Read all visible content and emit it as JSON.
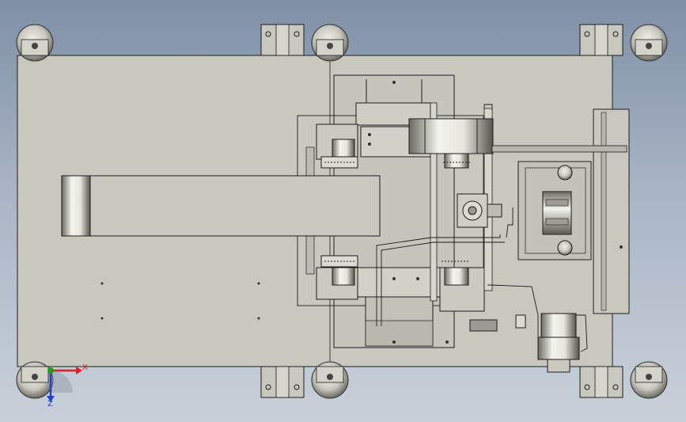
{
  "scene": {
    "type": "cad-top-view",
    "background": "#a2afc0",
    "part_fill": "#c9c8bf",
    "line_color": "#1c1c1c",
    "metal_light": "#f2f2ec",
    "metal_dark": "#5d5d55"
  },
  "triad": {
    "x_label": "X",
    "z_label": "Z",
    "x_color": "#e02020",
    "y_color": "#20a020",
    "z_color": "#2040d0"
  },
  "icons": {
    "caster": "caster-wheel-icon",
    "bracket": "mounting-bracket-icon",
    "motor": "motor-icon",
    "triad": "axis-triad-icon"
  }
}
